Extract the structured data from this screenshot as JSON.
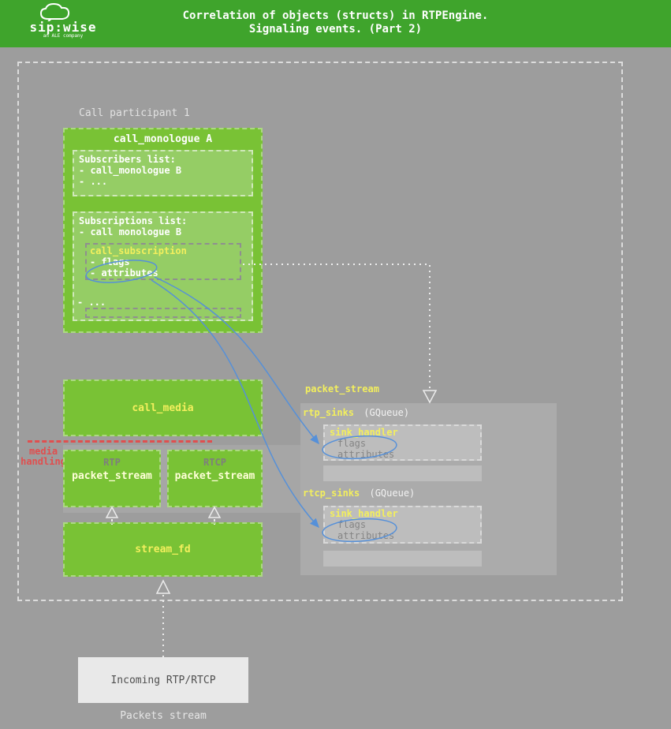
{
  "header": {
    "logo": {
      "brand": "sip:wise",
      "sub": "an ALE company"
    },
    "title_line1": "Correlation of objects (structs) in RTPEngine.",
    "title_line2": "Signaling events. (Part 2)"
  },
  "diagram": {
    "participant_label": "Call participant 1",
    "call_monologue": {
      "title": "call_monologue A",
      "subscribers": {
        "title": "Subscribers list:",
        "items": [
          "- call_monologue B",
          "- ..."
        ]
      },
      "subscriptions": {
        "title": "Subscriptions list:",
        "item": "- call monologue B",
        "call_subscription": {
          "title": "call_subscription",
          "fields": [
            "- flags",
            "- attributes"
          ]
        },
        "more": "- ..."
      }
    },
    "call_media": {
      "title": "call_media"
    },
    "media_handling_label": "media handling",
    "rtp_box": {
      "type": "RTP",
      "title": "packet_stream"
    },
    "rtcp_box": {
      "type": "RTCP",
      "title": "packet_stream"
    },
    "stream_fd": {
      "title": "stream_fd"
    },
    "incoming": {
      "title": "Incoming RTP/RTCP",
      "caption": "Packets stream"
    },
    "packet_stream_panel": {
      "label": "packet_stream",
      "rtp_sinks": {
        "name": "rtp_sinks",
        "type": "(GQueue)",
        "sink_handler": {
          "title": "sink_handler",
          "fields": [
            "flags",
            "attributes"
          ]
        }
      },
      "rtcp_sinks": {
        "name": "rtcp_sinks",
        "type": "(GQueue)",
        "sink_handler": {
          "title": "sink_handler",
          "fields": [
            "flags",
            "attributes"
          ]
        }
      }
    }
  },
  "colors": {
    "header_green": "#3fa42c",
    "box_green": "#79c235",
    "box_green_light": "#95cd65",
    "yellow": "#f3ef5d",
    "red": "#e04f4f",
    "blue": "#5590d9",
    "bg_gray": "#9d9d9d",
    "panel_gray": "#ababab",
    "subpanel_gray": "#bdbdbd"
  }
}
